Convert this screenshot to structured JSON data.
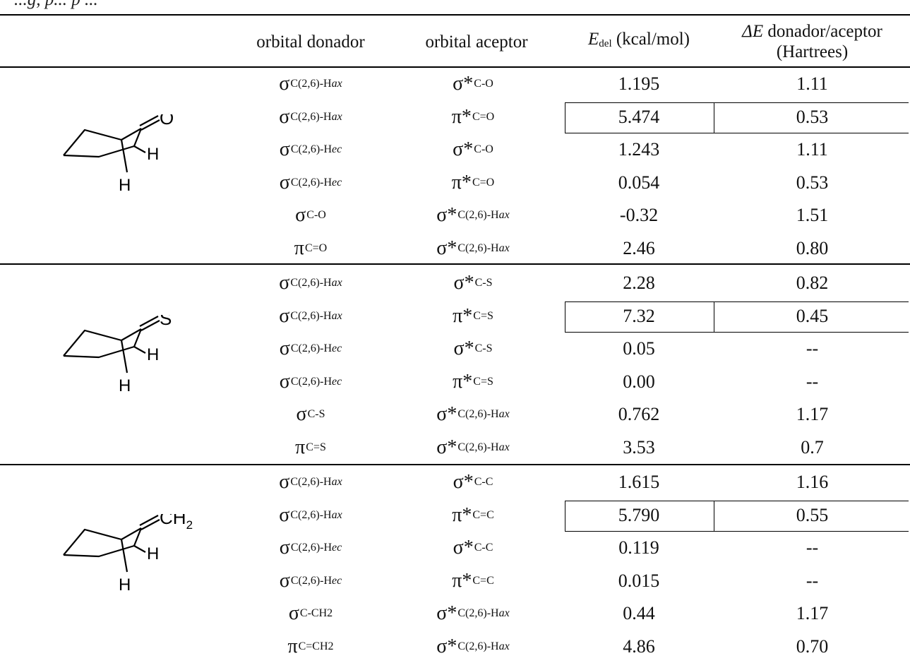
{
  "header_clip": "...g, p... p ...",
  "headers": {
    "donor": "orbital donador",
    "acceptor": "orbital aceptor",
    "edel_symbol": "E",
    "edel_sub": "del",
    "edel_units": "(kcal/mol)",
    "de_line1": "donador/aceptor",
    "de_symbol": "ΔE",
    "de_line2": "(Hartrees)"
  },
  "groups": [
    {
      "molecule": {
        "hetero": "O",
        "h1": "H",
        "h2": "H"
      },
      "rows": [
        {
          "donor_sym": "σ",
          "donor_sub": "C(2,6)-H",
          "donor_sub_it": "ax",
          "acc_sym": "σ*",
          "acc_sub": "C-O",
          "acc_sub_it": "",
          "edel": "1.195",
          "de": "1.11",
          "boxed": false
        },
        {
          "donor_sym": "σ",
          "donor_sub": "C(2,6)-H",
          "donor_sub_it": "ax",
          "acc_sym": "π*",
          "acc_sub": "C=O",
          "acc_sub_it": "",
          "edel": "5.474",
          "de": "0.53",
          "boxed": true
        },
        {
          "donor_sym": "σ",
          "donor_sub": "C(2,6)-H",
          "donor_sub_it": "ec",
          "acc_sym": "σ*",
          "acc_sub": "C-O",
          "acc_sub_it": "",
          "edel": "1.243",
          "de": "1.11",
          "boxed": false
        },
        {
          "donor_sym": "σ",
          "donor_sub": "C(2,6)-H",
          "donor_sub_it": "ec",
          "acc_sym": "π*",
          "acc_sub": "C=O",
          "acc_sub_it": "",
          "edel": "0.054",
          "de": "0.53",
          "boxed": false
        },
        {
          "donor_sym": "σ",
          "donor_sub": "C-O",
          "donor_sub_it": "",
          "acc_sym": "σ*",
          "acc_sub": "C(2,6)-H",
          "acc_sub_it": "ax",
          "edel": "-0.32",
          "de": "1.51",
          "boxed": false
        },
        {
          "donor_sym": "π",
          "donor_sub": "C=O",
          "donor_sub_it": "",
          "acc_sym": "σ*",
          "acc_sub": "C(2,6)-H",
          "acc_sub_it": "ax",
          "edel": "2.46",
          "de": "0.80",
          "boxed": false
        }
      ]
    },
    {
      "molecule": {
        "hetero": "S",
        "h1": "H",
        "h2": "H"
      },
      "rows": [
        {
          "donor_sym": "σ",
          "donor_sub": "C(2,6)-H",
          "donor_sub_it": "ax",
          "acc_sym": "σ*",
          "acc_sub": "C-S",
          "acc_sub_it": "",
          "edel": "2.28",
          "de": "0.82",
          "boxed": false
        },
        {
          "donor_sym": "σ",
          "donor_sub": "C(2,6)-H",
          "donor_sub_it": "ax",
          "acc_sym": "π*",
          "acc_sub": "C=S",
          "acc_sub_it": "",
          "edel": "7.32",
          "de": "0.45",
          "boxed": true
        },
        {
          "donor_sym": "σ",
          "donor_sub": "C(2,6)-H",
          "donor_sub_it": "ec",
          "acc_sym": "σ*",
          "acc_sub": "C-S",
          "acc_sub_it": "",
          "edel": "0.05",
          "de": "--",
          "boxed": false
        },
        {
          "donor_sym": "σ",
          "donor_sub": "C(2,6)-H",
          "donor_sub_it": "ec",
          "acc_sym": "π*",
          "acc_sub": "C=S",
          "acc_sub_it": "",
          "edel": "0.00",
          "de": "--",
          "boxed": false
        },
        {
          "donor_sym": "σ",
          "donor_sub": "C-S",
          "donor_sub_it": "",
          "acc_sym": "σ*",
          "acc_sub": "C(2,6)-H",
          "acc_sub_it": "ax",
          "edel": "0.762",
          "de": "1.17",
          "boxed": false
        },
        {
          "donor_sym": "π",
          "donor_sub": "C=S",
          "donor_sub_it": "",
          "acc_sym": "σ*",
          "acc_sub": "C(2,6)-H",
          "acc_sub_it": "ax",
          "edel": "3.53",
          "de": "0.7",
          "boxed": false
        }
      ]
    },
    {
      "molecule": {
        "hetero": "CH",
        "hetero_sub": "2",
        "h1": "H",
        "h2": "H"
      },
      "rows": [
        {
          "donor_sym": "σ",
          "donor_sub": "C(2,6)-H",
          "donor_sub_it": "ax",
          "acc_sym": "σ*",
          "acc_sub": "C-C",
          "acc_sub_it": "",
          "edel": "1.615",
          "de": "1.16",
          "boxed": false
        },
        {
          "donor_sym": "σ",
          "donor_sub": "C(2,6)-H",
          "donor_sub_it": "ax",
          "acc_sym": "π*",
          "acc_sub": "C=C",
          "acc_sub_it": "",
          "edel": "5.790",
          "de": "0.55",
          "boxed": true
        },
        {
          "donor_sym": "σ",
          "donor_sub": "C(2,6)-H",
          "donor_sub_it": "ec",
          "acc_sym": "σ*",
          "acc_sub": "C-C",
          "acc_sub_it": "",
          "edel": "0.119",
          "de": "--",
          "boxed": false
        },
        {
          "donor_sym": "σ",
          "donor_sub": "C(2,6)-H",
          "donor_sub_it": "ec",
          "acc_sym": "π*",
          "acc_sub": "C=C",
          "acc_sub_it": "",
          "edel": "0.015",
          "de": "--",
          "boxed": false
        },
        {
          "donor_sym": "σ",
          "donor_sub": "C-CH2",
          "donor_sub_it": "",
          "acc_sym": "σ*",
          "acc_sub": "C(2,6)-H",
          "acc_sub_it": "ax",
          "edel": "0.44",
          "de": "1.17",
          "boxed": false
        },
        {
          "donor_sym": "π",
          "donor_sub": "C=CH2",
          "donor_sub_it": "",
          "acc_sym": "σ*",
          "acc_sub": "C(2,6)-H",
          "acc_sub_it": "ax",
          "edel": "4.86",
          "de": "0.70",
          "boxed": false
        }
      ]
    }
  ]
}
